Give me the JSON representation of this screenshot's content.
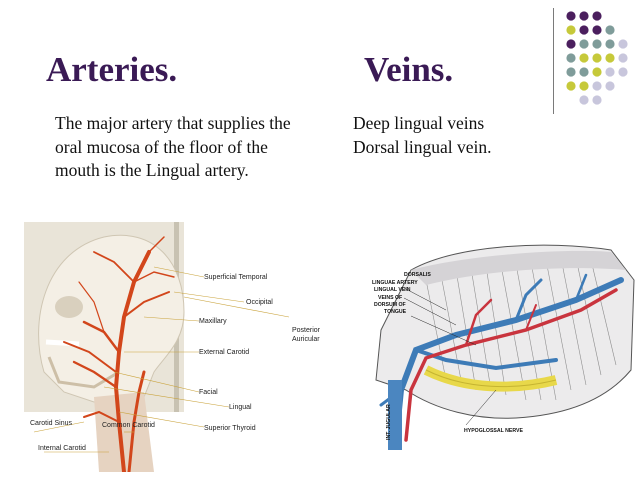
{
  "slide": {
    "heading_left": "Arteries.",
    "heading_right": "Veins.",
    "bullets_left": [
      "The major artery that supplies the oral mucosa of the floor of the mouth is the Lingual artery."
    ],
    "bullets_right": [
      "Deep lingual veins",
      "Dorsal lingual vein."
    ],
    "bullet_glyph": "",
    "colors": {
      "heading": "#3a1a55",
      "dot_purple": "#4b1f5e",
      "dot_teal": "#7f9c9a",
      "dot_olive": "#c6c93a",
      "dot_lavender": "#c8c6dc"
    }
  },
  "figure_left": {
    "labels": [
      "Superficial Temporal",
      "Occipital",
      "Maxillary",
      "Posterior",
      "Auricular",
      "External Carotid",
      "Facial",
      "Lingual",
      "Superior Thyroid",
      "Carotid Sinus",
      "Common Carotid",
      "Internal Carotid"
    ]
  },
  "figure_right": {
    "labels": [
      "DORSALIS",
      "LINGUAE ARTERY",
      "LINGUAL VEIN",
      "VEINS OF",
      "DORSUM OF",
      "TONGUE",
      "INT. JUGULAR",
      "HYPOGLOSSAL NERVE"
    ]
  }
}
